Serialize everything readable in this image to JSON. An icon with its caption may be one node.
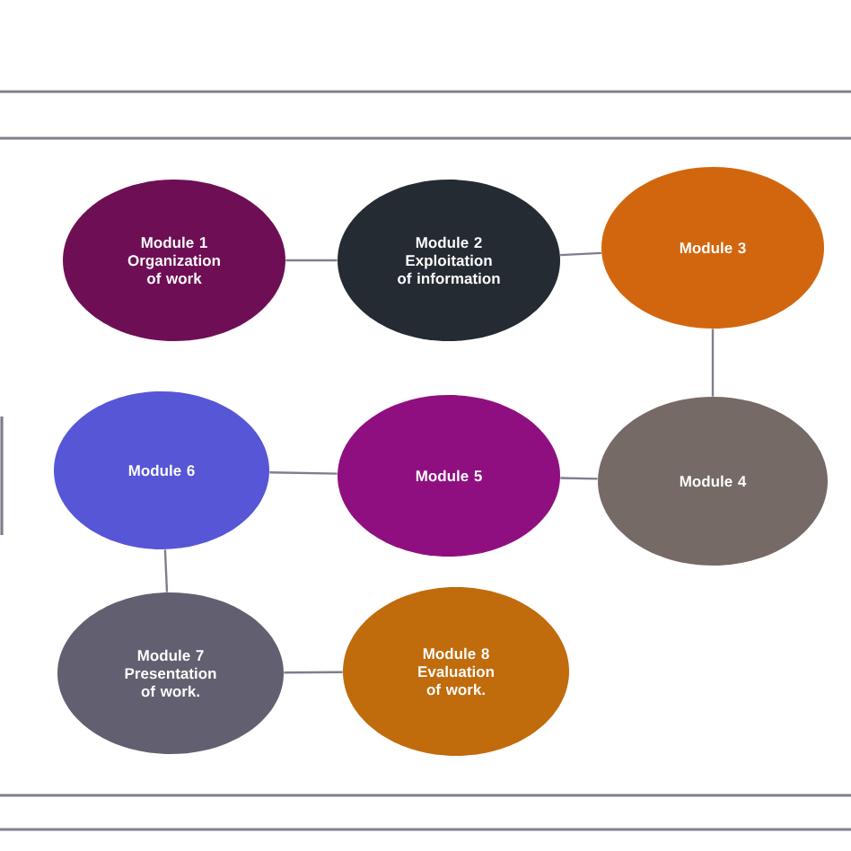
{
  "diagram": {
    "nodes": [
      {
        "text": [
          "Module 1",
          "Organization of work"
        ]
      },
      {
        "text": [
          "Module 2",
          "Exploitation of information"
        ]
      },
      {
        "text": [
          "Module 3"
        ]
      },
      {
        "text": [
          "Module 6"
        ]
      },
      {
        "text": [
          "Module 5"
        ]
      },
      {
        "text": [
          "Module 4"
        ]
      },
      {
        "text": [
          "Module 7",
          "Presentation of work."
        ]
      },
      {
        "text": [
          "Module 8",
          "Evaluation of work."
        ]
      }
    ],
    "edges": [
      {
        "from": 0,
        "to": 1,
        "arrow": "none"
      },
      {
        "from": 1,
        "to": 2,
        "arrow": "none"
      },
      {
        "from": 2,
        "to": 5,
        "arrow": "none"
      },
      {
        "from": 5,
        "to": 4,
        "arrow": "none"
      },
      {
        "from": 4,
        "to": 3,
        "arrow": "none"
      },
      {
        "from": 3,
        "to": 6,
        "arrow": "none"
      },
      {
        "from": 6,
        "to": 7,
        "arrow": "none"
      }
    ]
  }
}
